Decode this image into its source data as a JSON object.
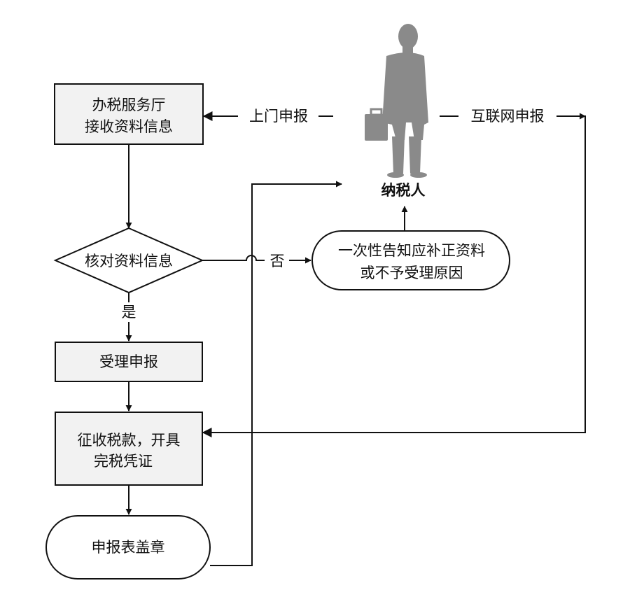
{
  "nodes": {
    "hall": {
      "line1": "办税服务厅",
      "line2": "接收资料信息"
    },
    "check": {
      "label": "核对资料信息"
    },
    "notify": {
      "line1": "一次性告知应补正资料",
      "line2": "或不予受理原因"
    },
    "accept": {
      "label": "受理申报"
    },
    "collect": {
      "line1": "征收税款，开具",
      "line2": "完税凭证"
    },
    "stamp": {
      "label": "申报表盖章"
    },
    "taxpayer": {
      "label": "纳税人"
    }
  },
  "edges": {
    "onsite": "上门申报",
    "online": "互联网申报",
    "no": "否",
    "yes": "是"
  },
  "colors": {
    "line": "#111111",
    "box_fill": "#f2f2f2",
    "person": "#8a8a8a"
  }
}
